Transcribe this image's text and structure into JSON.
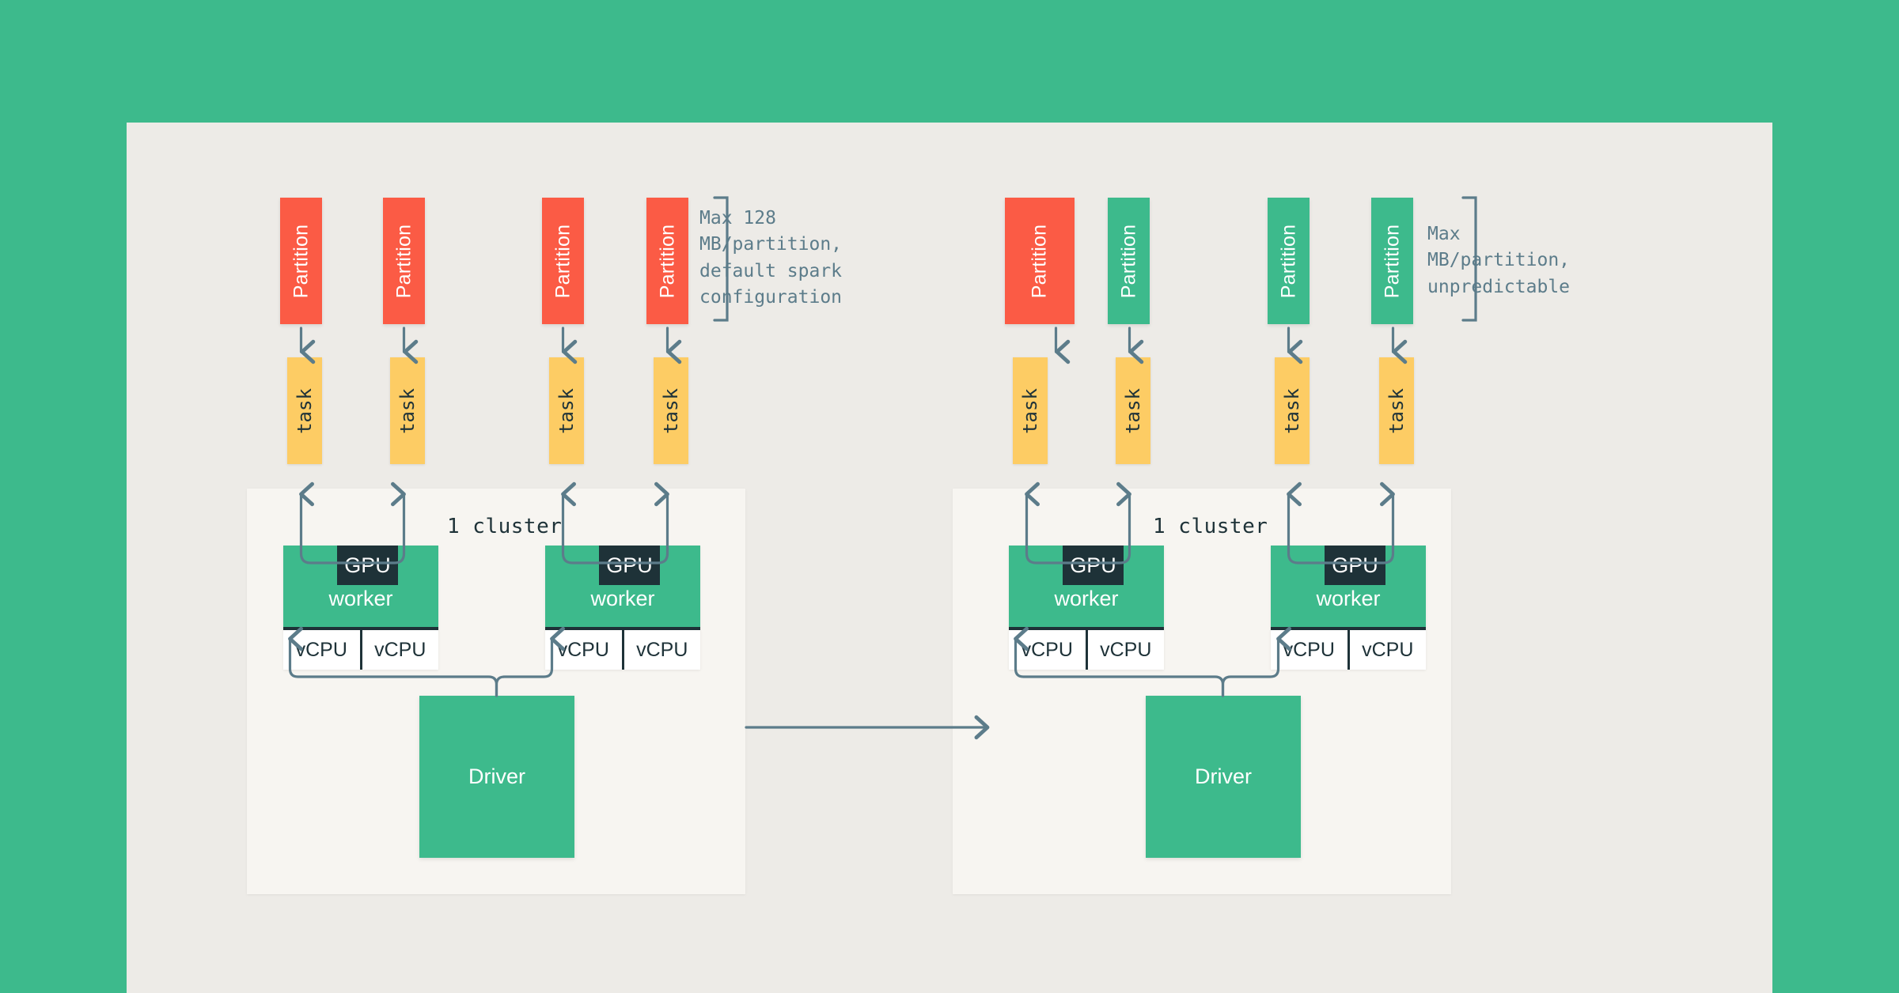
{
  "palette": {
    "page_background": "#3DBA8C",
    "canvas_background": "#EDEBE7",
    "cluster_panel": "#F7F5F1",
    "partition_red": "#FB5B45",
    "partition_green": "#3DBA8C",
    "task_yellow": "#FDCC64",
    "worker_green": "#3DBA8C",
    "gpu_dark": "#1E3238",
    "vcpu_white": "#FFFFFF",
    "driver_green": "#3DBA8C",
    "connector": "#5C7C8A",
    "annotation_text": "#5C7C8A"
  },
  "clusters": [
    {
      "id": "left",
      "label": "1 cluster",
      "partitions": [
        {
          "label": "Partition",
          "color": "red",
          "width": 53
        },
        {
          "label": "Partition",
          "color": "red",
          "width": 53
        },
        {
          "label": "Partition",
          "color": "red",
          "width": 53
        },
        {
          "label": "Partition",
          "color": "red",
          "width": 53
        }
      ],
      "tasks": [
        {
          "label": "task"
        },
        {
          "label": "task"
        },
        {
          "label": "task"
        },
        {
          "label": "task"
        }
      ],
      "workers": [
        {
          "gpu_label": "GPU",
          "worker_label": "worker",
          "vcpus": [
            "vCPU",
            "vCPU"
          ]
        },
        {
          "gpu_label": "GPU",
          "worker_label": "worker",
          "vcpus": [
            "vCPU",
            "vCPU"
          ]
        }
      ],
      "driver": {
        "label": "Driver"
      },
      "annotation": "Max 128\nMB/partition,\ndefault spark\nconfiguration"
    },
    {
      "id": "right",
      "label": "1 cluster",
      "partitions": [
        {
          "label": "Partition",
          "color": "red",
          "width": 88
        },
        {
          "label": "Partition",
          "color": "green",
          "width": 53
        },
        {
          "label": "Partition",
          "color": "green",
          "width": 53
        },
        {
          "label": "Partition",
          "color": "green",
          "width": 53
        }
      ],
      "tasks": [
        {
          "label": "task"
        },
        {
          "label": "task"
        },
        {
          "label": "task"
        },
        {
          "label": "task"
        }
      ],
      "workers": [
        {
          "gpu_label": "GPU",
          "worker_label": "worker",
          "vcpus": [
            "vCPU",
            "vCPU"
          ]
        },
        {
          "gpu_label": "GPU",
          "worker_label": "worker",
          "vcpus": [
            "vCPU",
            "vCPU"
          ]
        }
      ],
      "driver": {
        "label": "Driver"
      },
      "annotation": "Max\nMB/partition,\nunpredictable"
    }
  ]
}
